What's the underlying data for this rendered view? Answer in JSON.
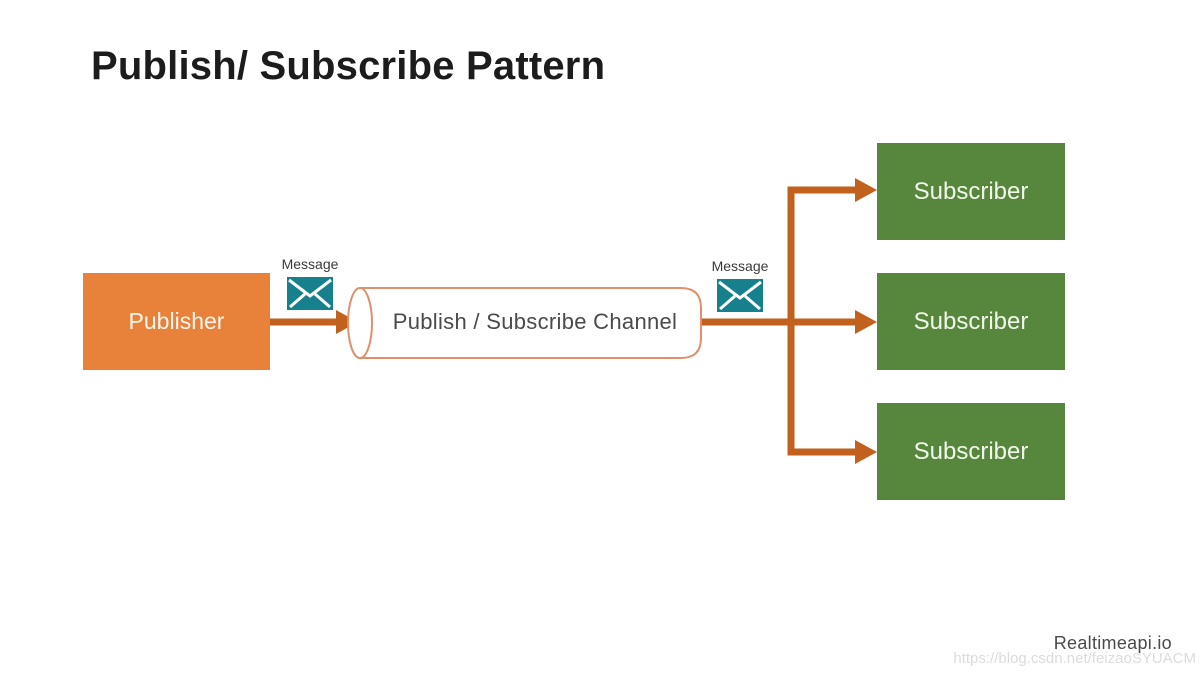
{
  "title": "Publish/ Subscribe Pattern",
  "diagram": {
    "publisher": {
      "label": "Publisher"
    },
    "channel": {
      "label": "Publish / Subscribe Channel"
    },
    "subscribers": [
      {
        "label": "Subscriber"
      },
      {
        "label": "Subscriber"
      },
      {
        "label": "Subscriber"
      }
    ],
    "messages": [
      {
        "label": "Message"
      },
      {
        "label": "Message"
      }
    ]
  },
  "footer": {
    "brand": "Realtimeapi.io",
    "watermark": "https://blog.csdn.net/feizaoSYUACM"
  },
  "colors": {
    "background": "#FFFFFF",
    "title_text": "#1C1C1C",
    "publisher_fill": "#E8823B",
    "subscriber_fill": "#57873C",
    "arrow": "#C2601E",
    "envelope_fill": "#17808D",
    "channel_stroke": "#E0906B",
    "channel_text": "#4A4A4A",
    "message_text": "#3A3A3A",
    "brand_text": "#4A4A4A",
    "watermark_text": "#DCDCDC"
  }
}
